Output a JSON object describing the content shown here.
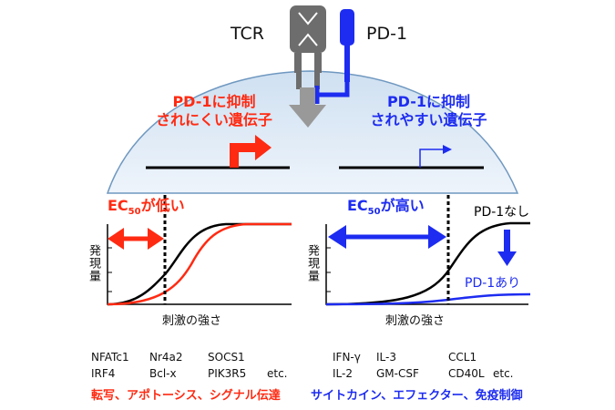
{
  "receptors": {
    "tcr": "TCR",
    "pd1": "PD-1"
  },
  "cell": {
    "left_title_line1": "PD-1に抑制",
    "left_title_line2": "されにくい遺伝子",
    "right_title_line1": "PD-1に抑制",
    "right_title_line2": "されやすい遺伝子"
  },
  "left_panel": {
    "ec50_prefix": "EC",
    "ec50_sub": "50",
    "ec50_suffix": "が低い",
    "ylabel": "発現量",
    "xlabel": "刺激の強さ",
    "genes_row1": [
      "NFATc1",
      "Nr4a2",
      "SOCS1"
    ],
    "genes_row2": [
      "IRF4",
      "Bcl-x",
      "PIK3R5",
      "etc."
    ],
    "category": "転写、アポトーシス、シグナル伝達"
  },
  "right_panel": {
    "ec50_prefix": "EC",
    "ec50_sub": "50",
    "ec50_suffix": "が高い",
    "ylabel": "発現量",
    "xlabel": "刺激の強さ",
    "curve_without": "PD-1なし",
    "curve_with": "PD-1あり",
    "genes_row1": [
      "IFN-γ",
      "IL-3",
      "CCL1"
    ],
    "genes_row2": [
      "IL-2",
      "GM-CSF",
      "CD40L",
      "etc."
    ],
    "category": "サイトカイン、エフェクター、免疫制御"
  },
  "colors": {
    "red": "#ff2a12",
    "blue": "#1d2cf0",
    "black": "#000000",
    "cell_fill": "#dde9f5",
    "cell_stroke": "#6f98c0",
    "tcr_gray": "#6d6d6d",
    "arrow_gray": "#999999"
  }
}
